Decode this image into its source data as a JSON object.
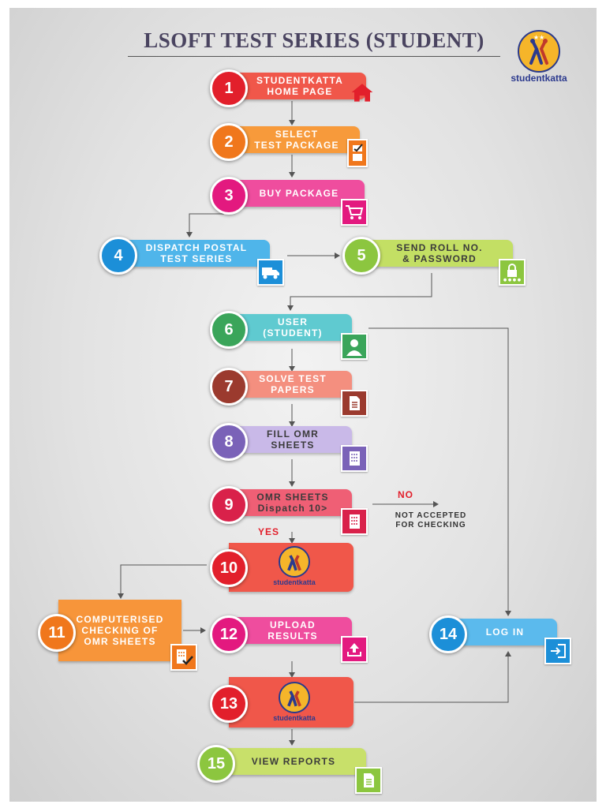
{
  "title": "LSOFT TEST SERIES (STUDENT)",
  "brand": "studentkatta",
  "steps": [
    {
      "num": "1",
      "label": "STUDENTKATTA\nHOME PAGE",
      "icon": "home-icon",
      "color": "#f0574a",
      "numColor": "#e21f2b"
    },
    {
      "num": "2",
      "label": "SELECT\nTEST PACKAGE",
      "icon": "checklist-icon",
      "color": "#f79a3b",
      "numColor": "#f0771c"
    },
    {
      "num": "3",
      "label": "BUY PACKAGE",
      "icon": "cart-icon",
      "color": "#ef4d9e",
      "numColor": "#e3197f"
    },
    {
      "num": "4",
      "label": "DISPATCH POSTAL\nTEST SERIES",
      "icon": "truck-icon",
      "color": "#4fb5ea",
      "numColor": "#1c8fd8"
    },
    {
      "num": "5",
      "label": "SEND ROLL NO.\n& PASSWORD",
      "icon": "lock-icon",
      "color": "#c3df64",
      "numColor": "#8cc63f"
    },
    {
      "num": "6",
      "label": "USER\n(STUDENT)",
      "icon": "user-icon",
      "color": "#5fcad0",
      "numColor": "#3aa55a"
    },
    {
      "num": "7",
      "label": "SOLVE TEST\nPAPERS",
      "icon": "document-icon",
      "color": "#f48f7f",
      "numColor": "#9b3a2e"
    },
    {
      "num": "8",
      "label": "FILL OMR\nSHEETS",
      "icon": "omr-sheet-icon",
      "color": "#c9b9e8",
      "numColor": "#7a62b8"
    },
    {
      "num": "9",
      "label": "OMR SHEETS\nDispatch 10>",
      "icon": "omr-sheet-icon",
      "color": "#ef5f75",
      "numColor": "#d9214a"
    },
    {
      "num": "10",
      "label": "",
      "icon": "studentkatta-logo",
      "color": "#f0574a",
      "numColor": "#e21f2b"
    },
    {
      "num": "11",
      "label": "COMPUTERISED\nCHECKING OF\nOMR SHEETS",
      "icon": "omr-check-icon",
      "color": "#f7953a",
      "numColor": "#f0771c"
    },
    {
      "num": "12",
      "label": "UPLOAD\nRESULTS",
      "icon": "upload-icon",
      "color": "#ef4d9e",
      "numColor": "#e3197f"
    },
    {
      "num": "13",
      "label": "",
      "icon": "studentkatta-logo",
      "color": "#f0574a",
      "numColor": "#e21f2b"
    },
    {
      "num": "14",
      "label": "LOG IN",
      "icon": "login-icon",
      "color": "#5bbaed",
      "numColor": "#1c8fd8"
    },
    {
      "num": "15",
      "label": "VIEW REPORTS",
      "icon": "report-icon",
      "color": "#c8e06a",
      "numColor": "#8cc63f"
    }
  ],
  "decision": {
    "no": "NO",
    "yes": "YES",
    "rejected": "NOT ACCEPTED\nFOR CHECKING"
  },
  "colors": {
    "title": "#4a4460",
    "logoBlue": "#2c3a8e",
    "logoGold": "#f5b52a",
    "decision": "#e21f2b"
  }
}
